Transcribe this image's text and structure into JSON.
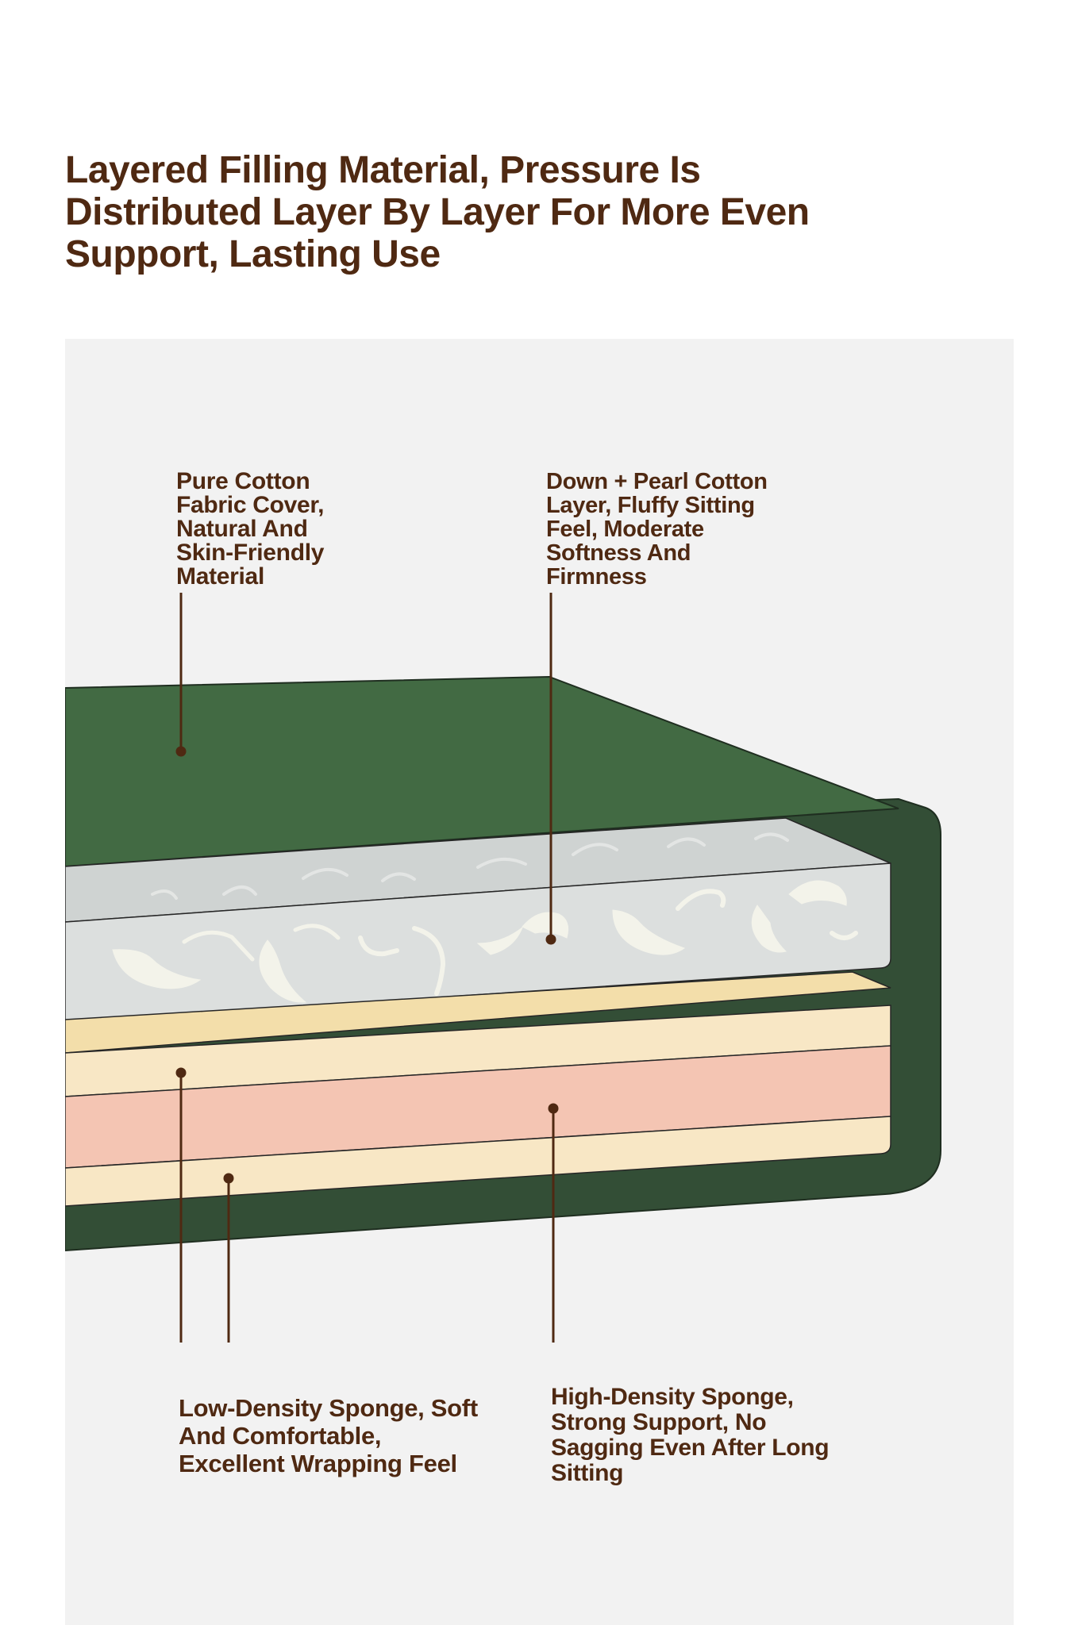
{
  "headline": "Layered Filling Material, Pressure Is Distributed Layer By Layer For More Even Support, Lasting Use",
  "labels": {
    "cover": "Pure Cotton\nFabric Cover,\nNatural And\nSkin-Friendly\nMaterial",
    "down_pearl": "Down + Pearl Cotton\nLayer, Fluffy Sitting\nFeel, Moderate\nSoftness And\nFirmness",
    "low_density": "Low-Density Sponge, Soft\nAnd Comfortable,\nExcellent Wrapping Feel",
    "high_density": "High-Density Sponge,\nStrong Support, No\nSagging Even After Long\nSitting"
  },
  "colors": {
    "text": "#4f2912",
    "panel_background": "#f2f2f2",
    "cover_green": "#426a43",
    "cover_dark_green": "#334e36",
    "down_layer": "#dcdfde",
    "down_layer_top": "#cfd3d2",
    "feather": "#f3f3ea",
    "low_density_top": "#f3deaa",
    "low_density": "#f8e7c5",
    "high_density": "#f4c5b3"
  },
  "icons": [
    "feather-icon"
  ]
}
